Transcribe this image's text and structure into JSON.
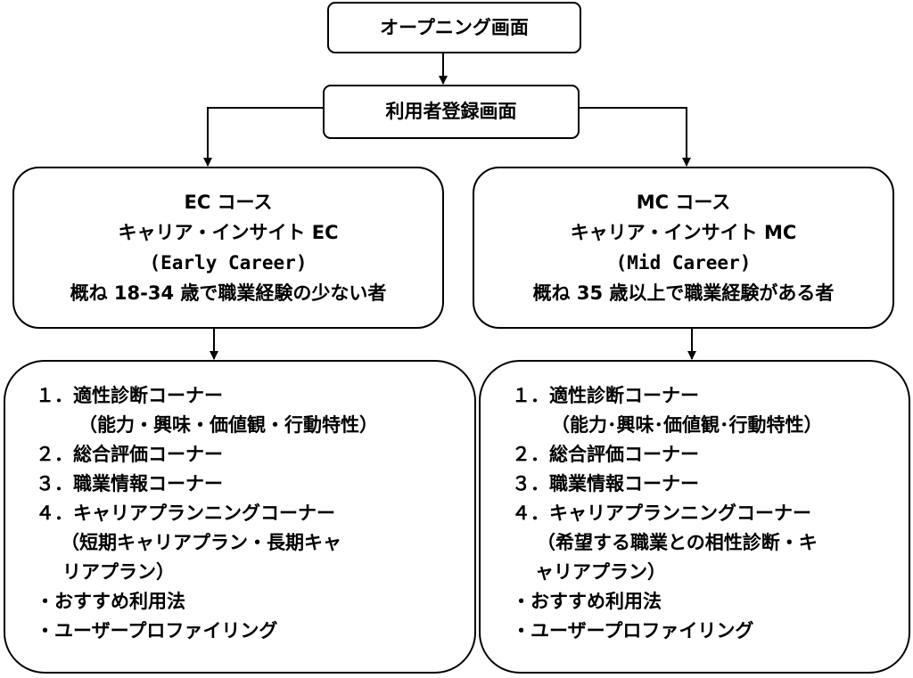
{
  "opening_screen": "オープニング画面",
  "registration_screen": "利用者登録画面",
  "ec_course": {
    "name": "EC コース",
    "title": "キャリア・インサイト EC",
    "subtitle": "(Early Career)",
    "target": "概ね 18-34 歳で職業経験の少ない者"
  },
  "mc_course": {
    "name": "MC コース",
    "title": "キャリア・インサイト MC",
    "subtitle": "(Mid Career)",
    "target": "概ね 35 歳以上で職業経験がある者"
  },
  "ec_features": [
    "１．適性診断コーナー",
    "（能力・興味・価値観・行動特性）",
    "２．総合評価コーナー",
    "３．職業情報コーナー",
    "４．キャリアプランニングコーナー",
    "（短期キャリアプラン・長期キャ",
    "リアプラン）",
    "・おすすめ利用法",
    "・ユーザープロファイリング"
  ],
  "mc_features": [
    "１．適性診断コーナー",
    "（能力･興味･価値観･行動特性）",
    "２．総合評価コーナー",
    "３．職業情報コーナー",
    "４．キャリアプランニングコーナー",
    "（希望する職業との相性診断・キ",
    "ャリアプラン）",
    "・おすすめ利用法",
    "・ユーザープロファイリング"
  ]
}
